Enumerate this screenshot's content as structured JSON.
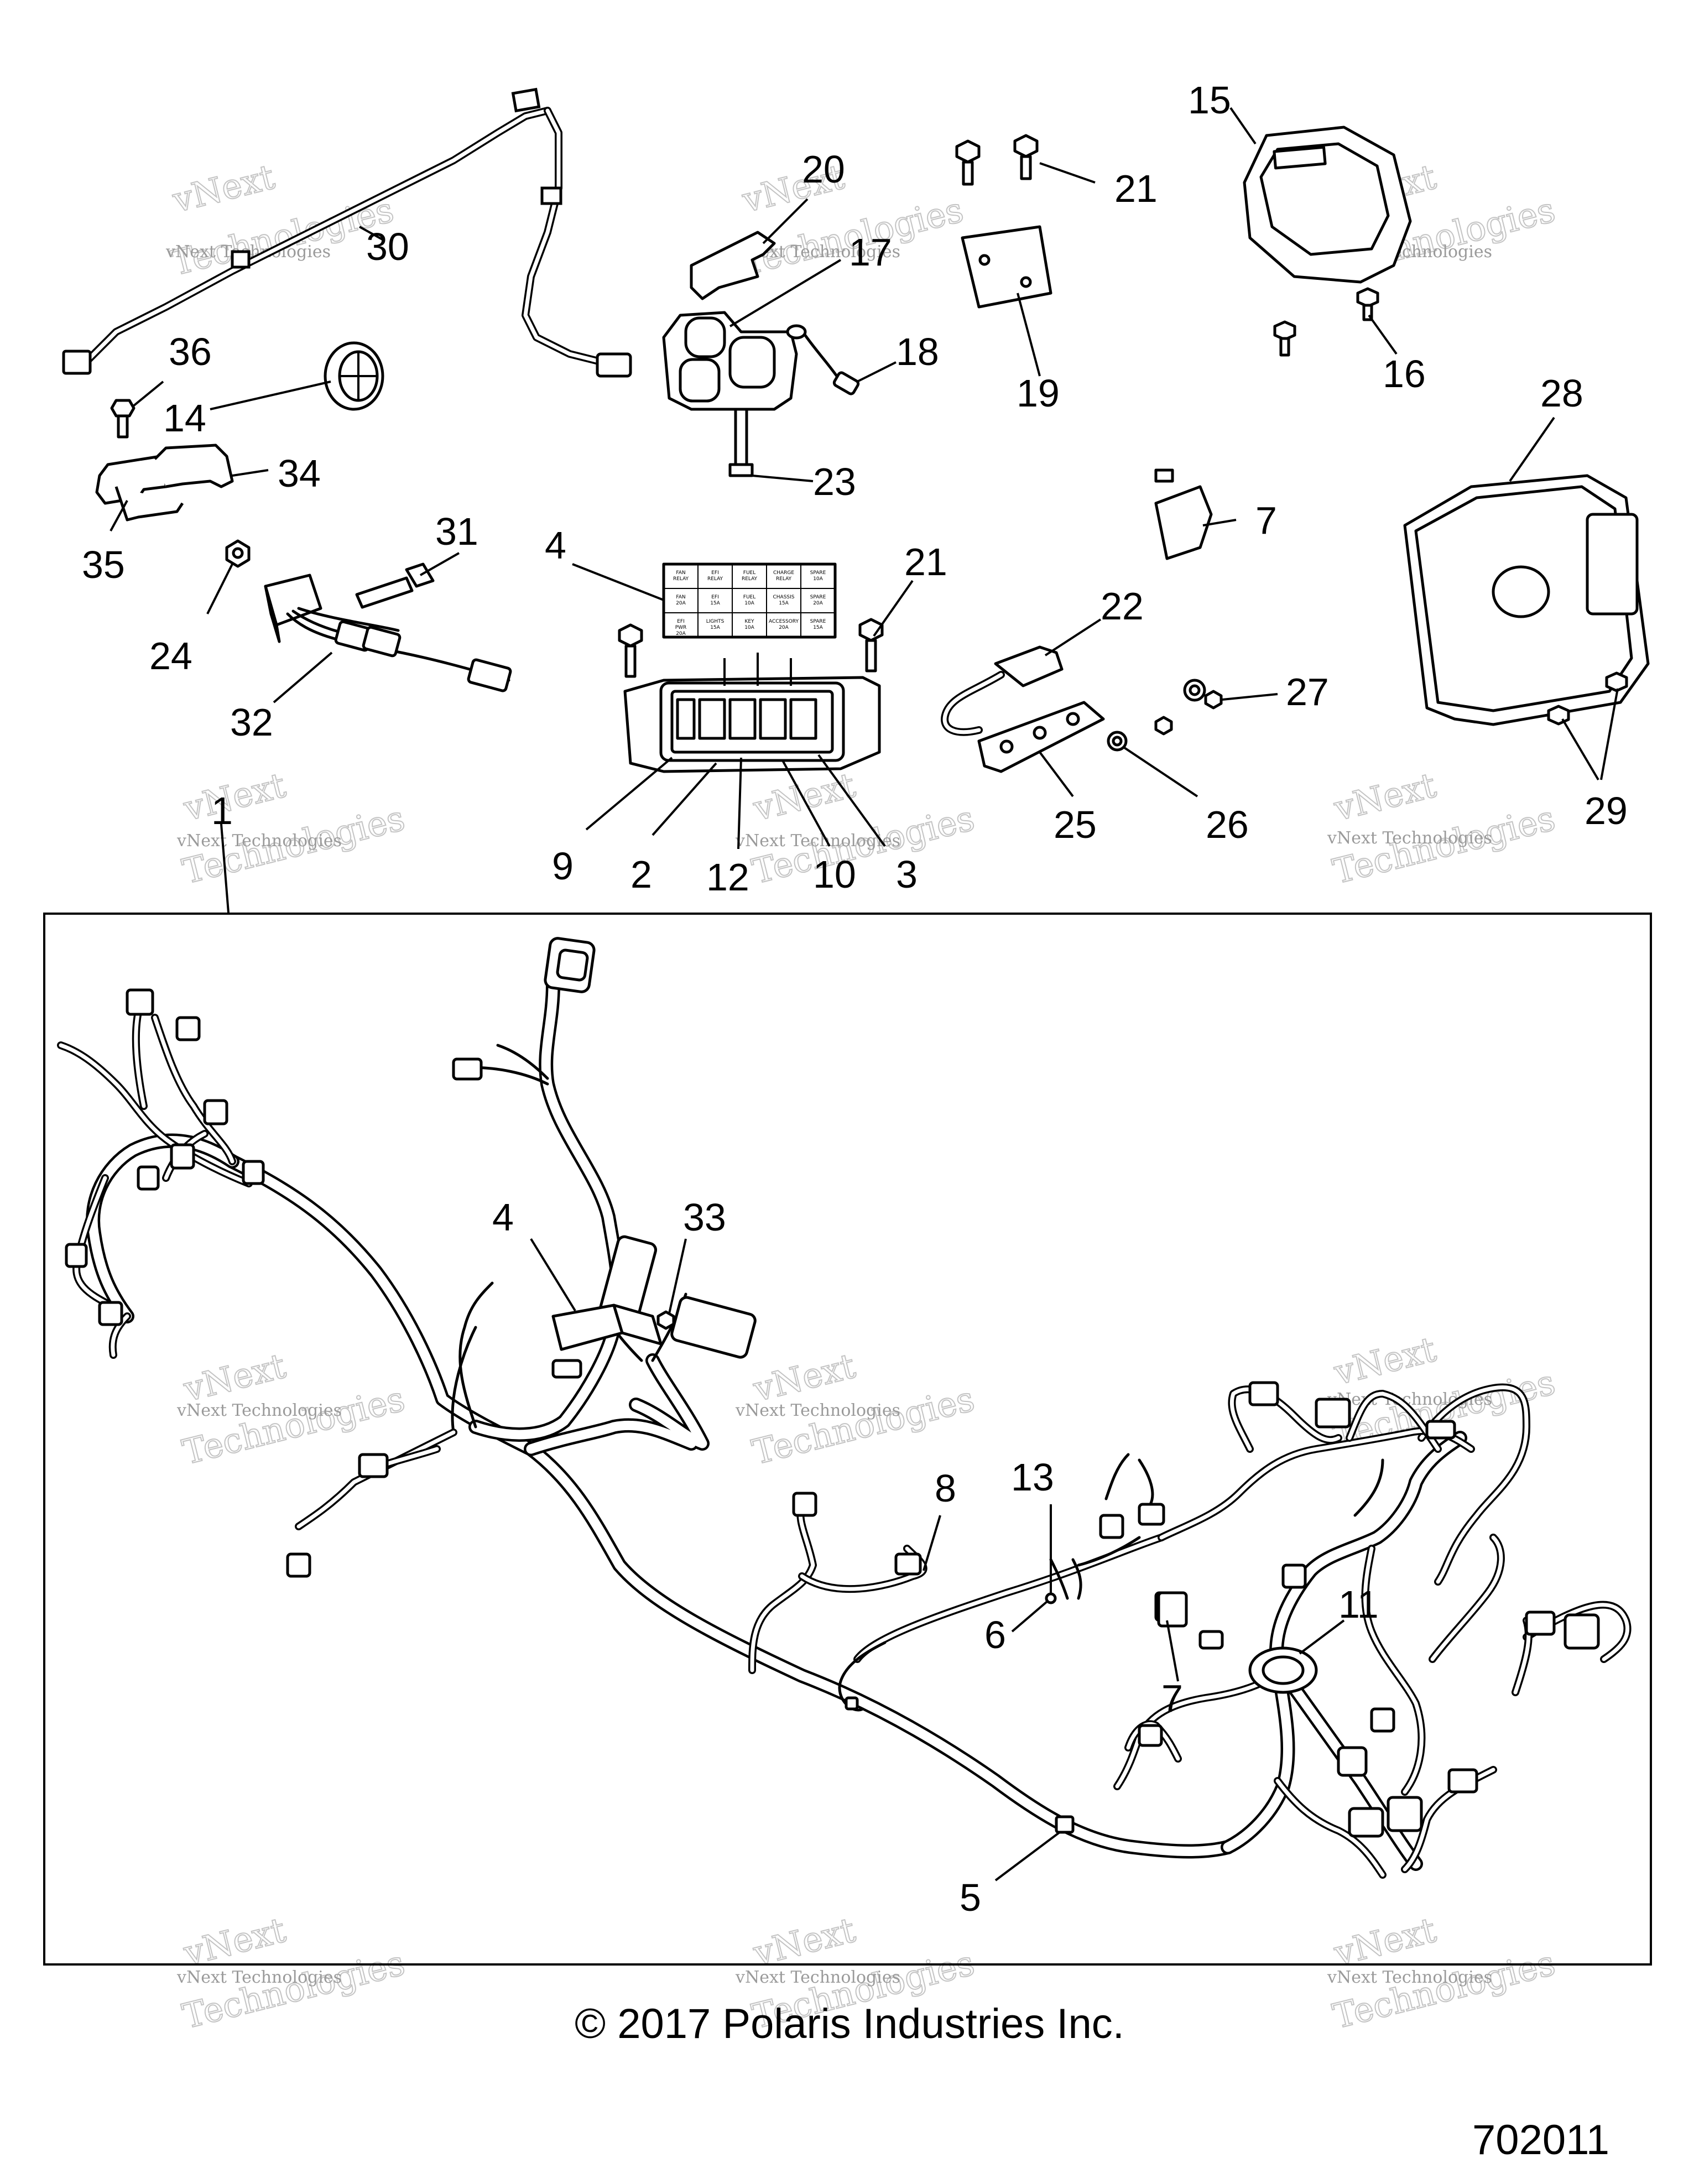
{
  "callouts": [
    {
      "id": "30",
      "text": "30"
    },
    {
      "id": "36",
      "text": "36"
    },
    {
      "id": "14",
      "text": "14"
    },
    {
      "id": "34",
      "text": "34"
    },
    {
      "id": "35",
      "text": "35"
    },
    {
      "id": "24",
      "text": "24"
    },
    {
      "id": "31",
      "text": "31"
    },
    {
      "id": "32",
      "text": "32"
    },
    {
      "id": "20",
      "text": "20"
    },
    {
      "id": "17",
      "text": "17"
    },
    {
      "id": "18",
      "text": "18"
    },
    {
      "id": "23",
      "text": "23"
    },
    {
      "id": "21a",
      "text": "21"
    },
    {
      "id": "19",
      "text": "19"
    },
    {
      "id": "15",
      "text": "15"
    },
    {
      "id": "16",
      "text": "16"
    },
    {
      "id": "28",
      "text": "28"
    },
    {
      "id": "7a",
      "text": "7"
    },
    {
      "id": "4a",
      "text": "4"
    },
    {
      "id": "21b",
      "text": "21"
    },
    {
      "id": "22",
      "text": "22"
    },
    {
      "id": "27",
      "text": "27"
    },
    {
      "id": "25",
      "text": "25"
    },
    {
      "id": "26",
      "text": "26"
    },
    {
      "id": "29",
      "text": "29"
    },
    {
      "id": "9",
      "text": "9"
    },
    {
      "id": "2",
      "text": "2"
    },
    {
      "id": "12",
      "text": "12"
    },
    {
      "id": "10",
      "text": "10"
    },
    {
      "id": "3",
      "text": "3"
    },
    {
      "id": "1",
      "text": "1"
    },
    {
      "id": "4b",
      "text": "4"
    },
    {
      "id": "33",
      "text": "33"
    },
    {
      "id": "8",
      "text": "8"
    },
    {
      "id": "13",
      "text": "13"
    },
    {
      "id": "6",
      "text": "6"
    },
    {
      "id": "7b",
      "text": "7"
    },
    {
      "id": "11",
      "text": "11"
    },
    {
      "id": "5",
      "text": "5"
    }
  ],
  "watermark": {
    "line1": "vNext Technologies",
    "line2": "vNext",
    "line3": "Technologies"
  },
  "fuse_box_label": {
    "cells": [
      "FAN RELAY",
      "EFI RELAY",
      "FUEL RELAY",
      "CHARGE RELAY",
      "SPARE 10A",
      "FAN 20A",
      "EFI 15A",
      "FUEL 10A",
      "CHASSIS 15A",
      "SPARE 20A",
      "EFI PWR 20A",
      "LIGHTS 15A",
      "KEY 10A",
      "ACCESSORY 20A",
      "SPARE 15A"
    ]
  },
  "footer": {
    "copyright": "© 2017 Polaris Industries Inc.",
    "diagram_number": "702011"
  }
}
